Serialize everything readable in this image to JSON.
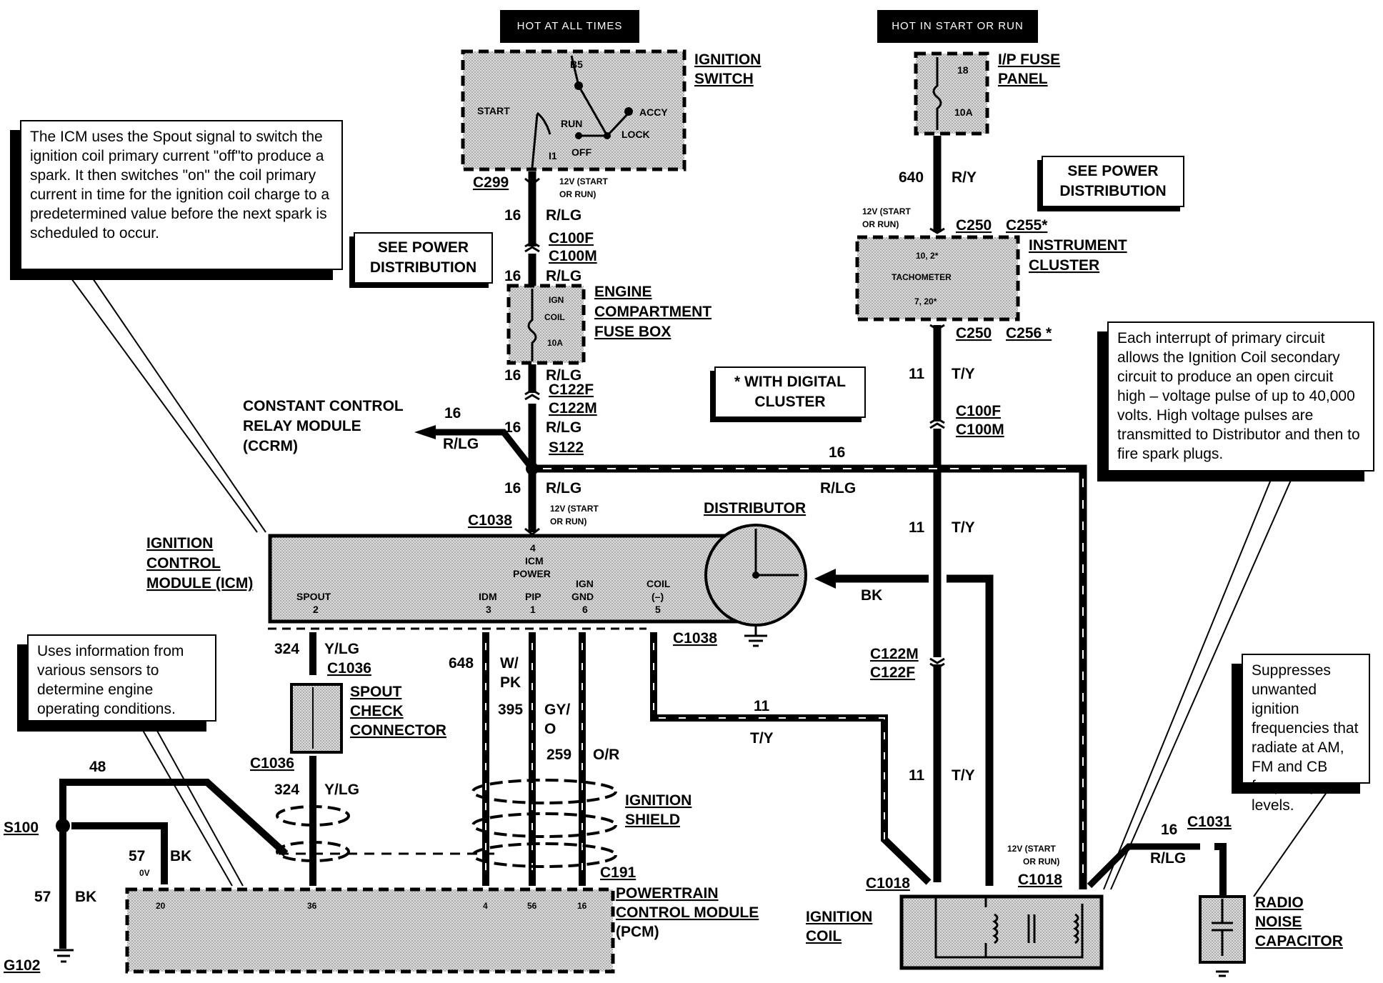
{
  "headers": {
    "hot_all_times": "HOT AT ALL TIMES",
    "hot_start_run": "HOT IN START OR RUN"
  },
  "ignition_switch": {
    "label1": "IGNITION",
    "label2": "SWITCH",
    "b5": "B5",
    "start": "START",
    "run": "RUN",
    "accy": "ACCY",
    "lock": "LOCK",
    "off": "OFF",
    "i1": "I1"
  },
  "ip_fuse": {
    "label1": "I/P FUSE",
    "label2": "PANEL",
    "num": "18",
    "amp": "10A"
  },
  "notes": {
    "icm": "The ICM uses the Spout signal to switch the ignition coil primary current \"off\"to produce a spark. It then switches \"on\" the coil primary current in time for the ignition coil charge to a predetermined value before the next spark is scheduled to occur.",
    "interrupt": "Each interrupt of primary circuit allows the Ignition Coil secondary circuit to produce an open circuit high – voltage pulse of up to 40,000 volts. High voltage pulses are transmitted to Distributor and then to fire spark plugs.",
    "sensors": "Uses information from various sensors to determine engine operating conditions.",
    "suppress": "Suppresses unwanted ignition frequencies that radiate at AM, FM and CB frequency levels."
  },
  "boxes": {
    "see_power_1": "SEE POWER DISTRIBUTION",
    "see_power_2": "SEE POWER DISTRIBUTION",
    "digital": "* WITH DIGITAL CLUSTER"
  },
  "connectors": {
    "c299": "C299",
    "c100f": "C100F",
    "c100m": "C100M",
    "c122f": "C122F",
    "c122m": "C122M",
    "s122": "S122",
    "c1038a": "C1038",
    "c1038b": "C1038",
    "c1036a": "C1036",
    "c1036b": "C1036",
    "c191": "C191",
    "s100": "S100",
    "g102": "G102",
    "c250a": "C250",
    "c255": "C255*",
    "c250b": "C250",
    "c256": "C256 *",
    "c100f2": "C100F",
    "c100m2": "C100M",
    "c122m2": "C122M",
    "c122f2": "C122F",
    "c1018a": "C1018",
    "c1018b": "C1018",
    "c1031": "C1031"
  },
  "wires": {
    "w16": "16",
    "rlg": "R/LG",
    "w640": "640",
    "ry": "R/Y",
    "w11": "11",
    "ty": "T/Y",
    "w324": "324",
    "ylg": "Y/LG",
    "w648": "648",
    "wpk1": "W/",
    "wpk2": "PK",
    "w395": "395",
    "gyo1": "GY/",
    "gyo2": "O",
    "w259": "259",
    "or": "O/R",
    "w48": "48",
    "w57": "57",
    "bk": "BK",
    "zero_v": "0V",
    "v12a1": "12V (START",
    "v12a2": "OR RUN)",
    "v12b1": "12V (START",
    "v12b2": "OR RUN)",
    "v12c1": "12V (START",
    "v12c2": "OR RUN)",
    "v12d1": "12V (START",
    "v12d2": "OR RUN)"
  },
  "components": {
    "fuse_box": [
      "ENGINE",
      "COMPARTMENT",
      "FUSE BOX"
    ],
    "ign_coil_fuse": [
      "IGN",
      "COIL",
      "10A"
    ],
    "ccrm": [
      "CONSTANT CONTROL",
      "RELAY MODULE",
      "(CCRM)"
    ],
    "icm": [
      "IGNITION",
      "CONTROL",
      "MODULE (ICM)"
    ],
    "icm_pins": {
      "spout": "SPOUT",
      "spout_n": "2",
      "idm": "IDM",
      "idm_n": "3",
      "pip": "PIP",
      "pip_n": "1",
      "power": "ICM",
      "power2": "POWER",
      "power_n": "4",
      "ign": "IGN",
      "gnd": "GND",
      "gnd_n": "6",
      "coil": "COIL",
      "coil2": "(–)",
      "coil_n": "5"
    },
    "distributor": "DISTRIBUTOR",
    "cluster": [
      "INSTRUMENT",
      "CLUSTER"
    ],
    "tach": "TACHOMETER",
    "tach_pins1": "10, 2*",
    "tach_pins2": "7, 20*",
    "spout_conn": [
      "SPOUT",
      "CHECK",
      "CONNECTOR"
    ],
    "shield": [
      "IGNITION",
      "SHIELD"
    ],
    "pcm": [
      "POWERTRAIN",
      "CONTROL MODULE",
      "(PCM)"
    ],
    "pcm_pins": [
      "20",
      "36",
      "4",
      "56",
      "16"
    ],
    "ign_coil": [
      "IGNITION",
      "COIL"
    ],
    "capacitor": [
      "RADIO",
      "NOISE",
      "CAPACITOR"
    ]
  }
}
